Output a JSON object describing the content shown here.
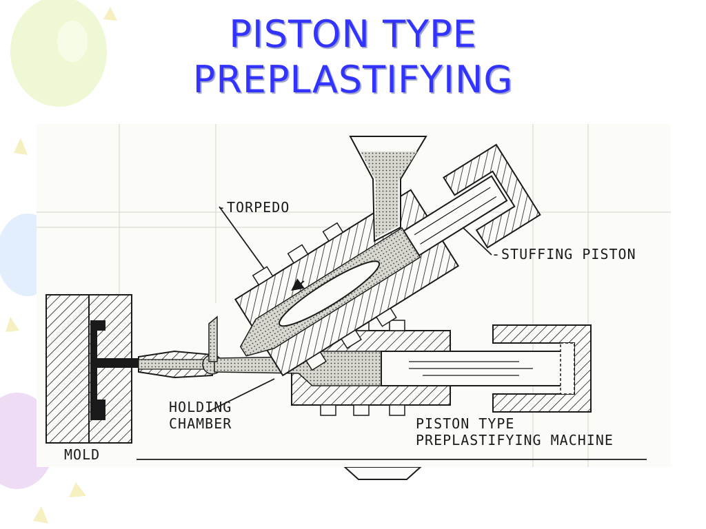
{
  "title": {
    "line1": "PISTON TYPE",
    "line2": "PREPLASTIFYING"
  },
  "diagram": {
    "labels": {
      "torpedo": "TORPEDO",
      "stuffing_piston": "STUFFING PISTON",
      "holding_chamber_1": "HOLDING",
      "holding_chamber_2": "CHAMBER",
      "machine_1": "PISTON TYPE",
      "machine_2": "PREPLASTIFYING MACHINE",
      "mold": "MOLD"
    }
  },
  "colors": {
    "title": "#3333ff",
    "ink": "#1a1a1a",
    "paper": "#fbfbf7"
  }
}
